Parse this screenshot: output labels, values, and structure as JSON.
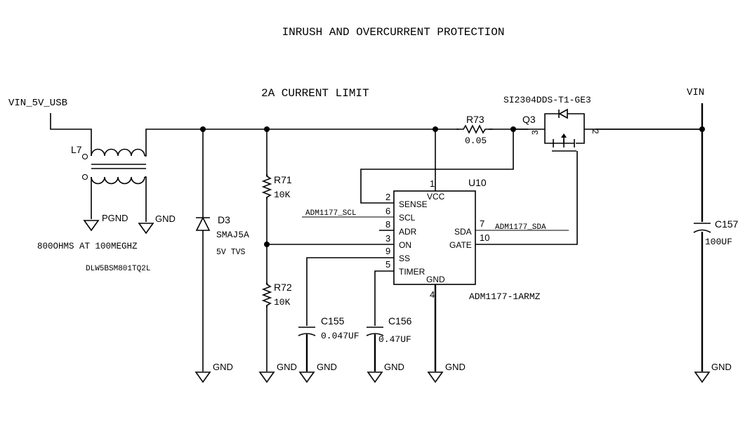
{
  "title": "INRUSH AND OVERCURRENT PROTECTION",
  "subtitle": "2A CURRENT LIMIT",
  "nets": {
    "vin_usb": "VIN_5V_USB",
    "vin": "VIN",
    "scl": "ADM1177_SCL",
    "sda": "ADM1177_SDA"
  },
  "l7": {
    "ref": "L7",
    "note": "800OHMS AT 100MEGHZ",
    "part": "DLW5BSM801TQ2L",
    "gnd_left": "PGND",
    "gnd_right": "GND"
  },
  "d3": {
    "ref": "D3",
    "part": "SMAJ5A",
    "desc": "5V TVS",
    "gnd": "GND"
  },
  "r71": {
    "ref": "R71",
    "value": "10K"
  },
  "r72": {
    "ref": "R72",
    "value": "10K",
    "gnd": "GND"
  },
  "r73": {
    "ref": "R73",
    "value": "0.05"
  },
  "q3": {
    "ref": "Q3",
    "part": "SI2304DDS-T1-GE3",
    "pin_left": "3",
    "pin_right": "2"
  },
  "u10": {
    "ref": "U10",
    "part": "ADM1177-1ARMZ",
    "vcc": {
      "num": "1",
      "name": "VCC"
    },
    "sense": {
      "num": "2",
      "name": "SENSE"
    },
    "scl": {
      "num": "6",
      "name": "SCL"
    },
    "adr": {
      "num": "8",
      "name": "ADR"
    },
    "on": {
      "num": "3",
      "name": "ON"
    },
    "ss": {
      "num": "9",
      "name": "SS"
    },
    "timer": {
      "num": "5",
      "name": "TIMER"
    },
    "sda": {
      "num": "7",
      "name": "SDA"
    },
    "gate": {
      "num": "10",
      "name": "GATE"
    },
    "gnd": {
      "num": "4",
      "name": "GND"
    },
    "gnd_sym": "GND"
  },
  "c155": {
    "ref": "C155",
    "value": "0.047UF",
    "gnd": "GND"
  },
  "c156": {
    "ref": "C156",
    "value": "0.47UF",
    "gnd": "GND"
  },
  "c157": {
    "ref": "C157",
    "value": "100UF",
    "gnd": "GND"
  }
}
